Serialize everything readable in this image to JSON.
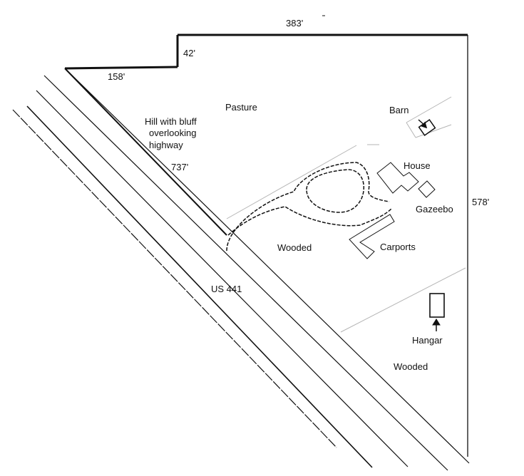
{
  "dimensions": {
    "north_side": "383'",
    "jog": "42'",
    "west_side": "158'",
    "diagonal_side": "737'",
    "east_side": "578'"
  },
  "labels": {
    "pasture": "Pasture",
    "hill_line1": "Hill with bluff",
    "hill_line2": "overlooking",
    "hill_line3": "highway",
    "barn": "Barn",
    "house": "House",
    "gazeebo": "Gazeebo",
    "wooded_center": "Wooded",
    "carports": "Carports",
    "highway": "US 441",
    "hangar": "Hangar",
    "wooded_south": "Wooded"
  },
  "colors": {
    "line": "#111111",
    "faint_line": "#b5b5b5",
    "background": "#ffffff"
  }
}
